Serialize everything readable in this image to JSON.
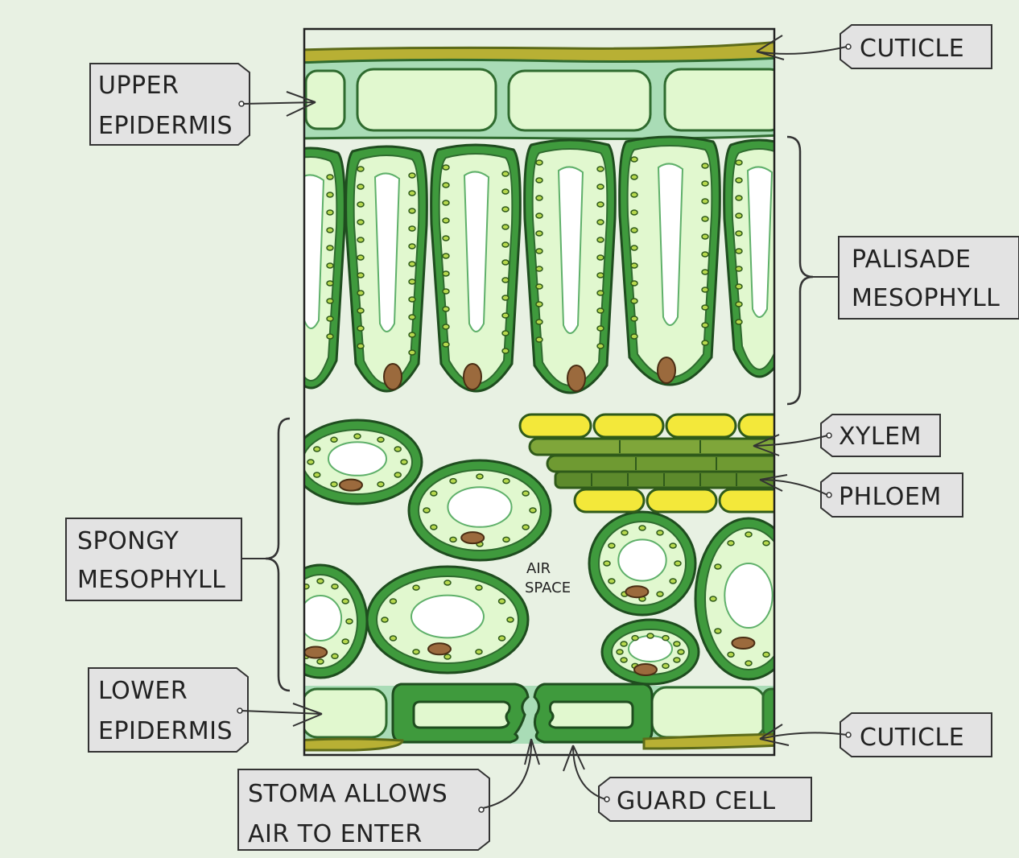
{
  "diagram": {
    "labels": {
      "cuticle_top": "CUTICLE",
      "upper_epidermis_1": "UPPER",
      "upper_epidermis_2": "EPIDERMIS",
      "palisade_1": "PALISADE",
      "palisade_2": "MESOPHYLL",
      "xylem": "XYLEM",
      "phloem": "PHLOEM",
      "spongy_1": "SPONGY",
      "spongy_2": "MESOPHYLL",
      "air_space_1": "AIR",
      "air_space_2": "SPACE",
      "lower_epidermis_1": "LOWER",
      "lower_epidermis_2": "EPIDERMIS",
      "cuticle_bottom": "CUTICLE",
      "stoma_1": "STOMA  ALLOWS",
      "stoma_2": "AIR  TO  ENTER",
      "guard_cell": "GUARD  CELL"
    },
    "colors": {
      "background": "#e8f1e3",
      "cuticle": "#b8b034",
      "epidermis": "#a9dcb6",
      "cell_wall": "#3f9a3d",
      "cytoplasm": "#e1f8cf",
      "vacuole": "#ffffff",
      "chloroplast": "#b7d84e",
      "nucleus": "#9b6a3d",
      "xylem": "#f3e83a",
      "phloem": "#7fa63a",
      "tag_fill": "#e3e3e3"
    }
  }
}
